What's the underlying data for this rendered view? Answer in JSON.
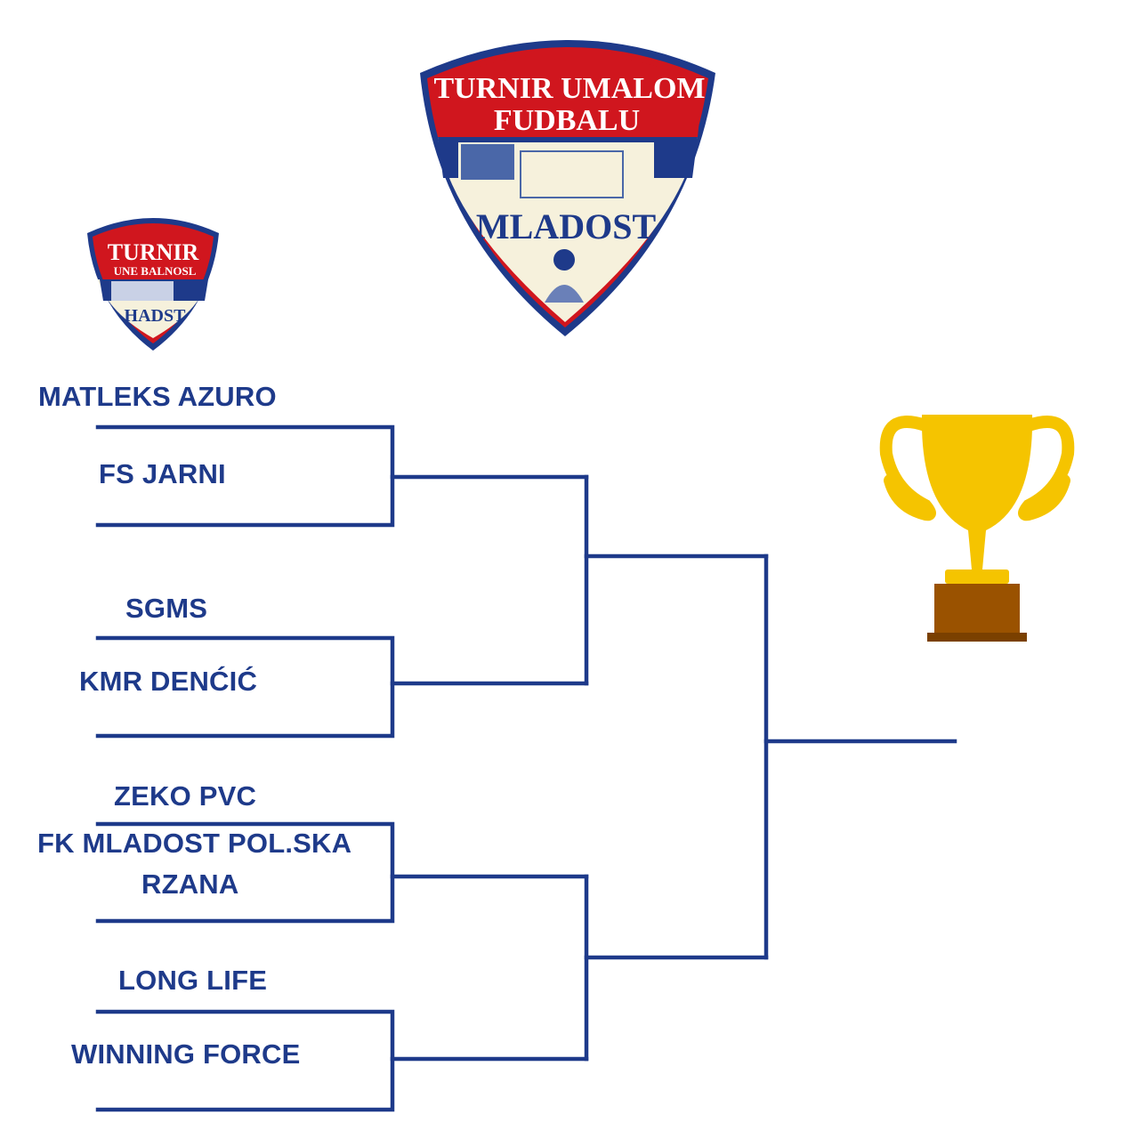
{
  "main_crest": {
    "line1": "TURNIR UMALOM",
    "line2": "FUDBALU",
    "name": "MLADOST"
  },
  "small_crest": {
    "line1": "TURNIR",
    "line2": "UNE BALNOSL",
    "name": "HADST"
  },
  "teams": [
    "MATLEKS AZURO",
    "FS JARNI",
    "SGMS",
    "KMR DENĆIĆ",
    "ZEKO PVC",
    "FK MLADOST POL.SKA",
    "RZANA",
    "LONG LIFE",
    "WINNING FORCE"
  ],
  "colors": {
    "bracket": "#1e3a8a",
    "red": "#d0161e",
    "gold": "#f5c400",
    "base": "#9a5200"
  }
}
